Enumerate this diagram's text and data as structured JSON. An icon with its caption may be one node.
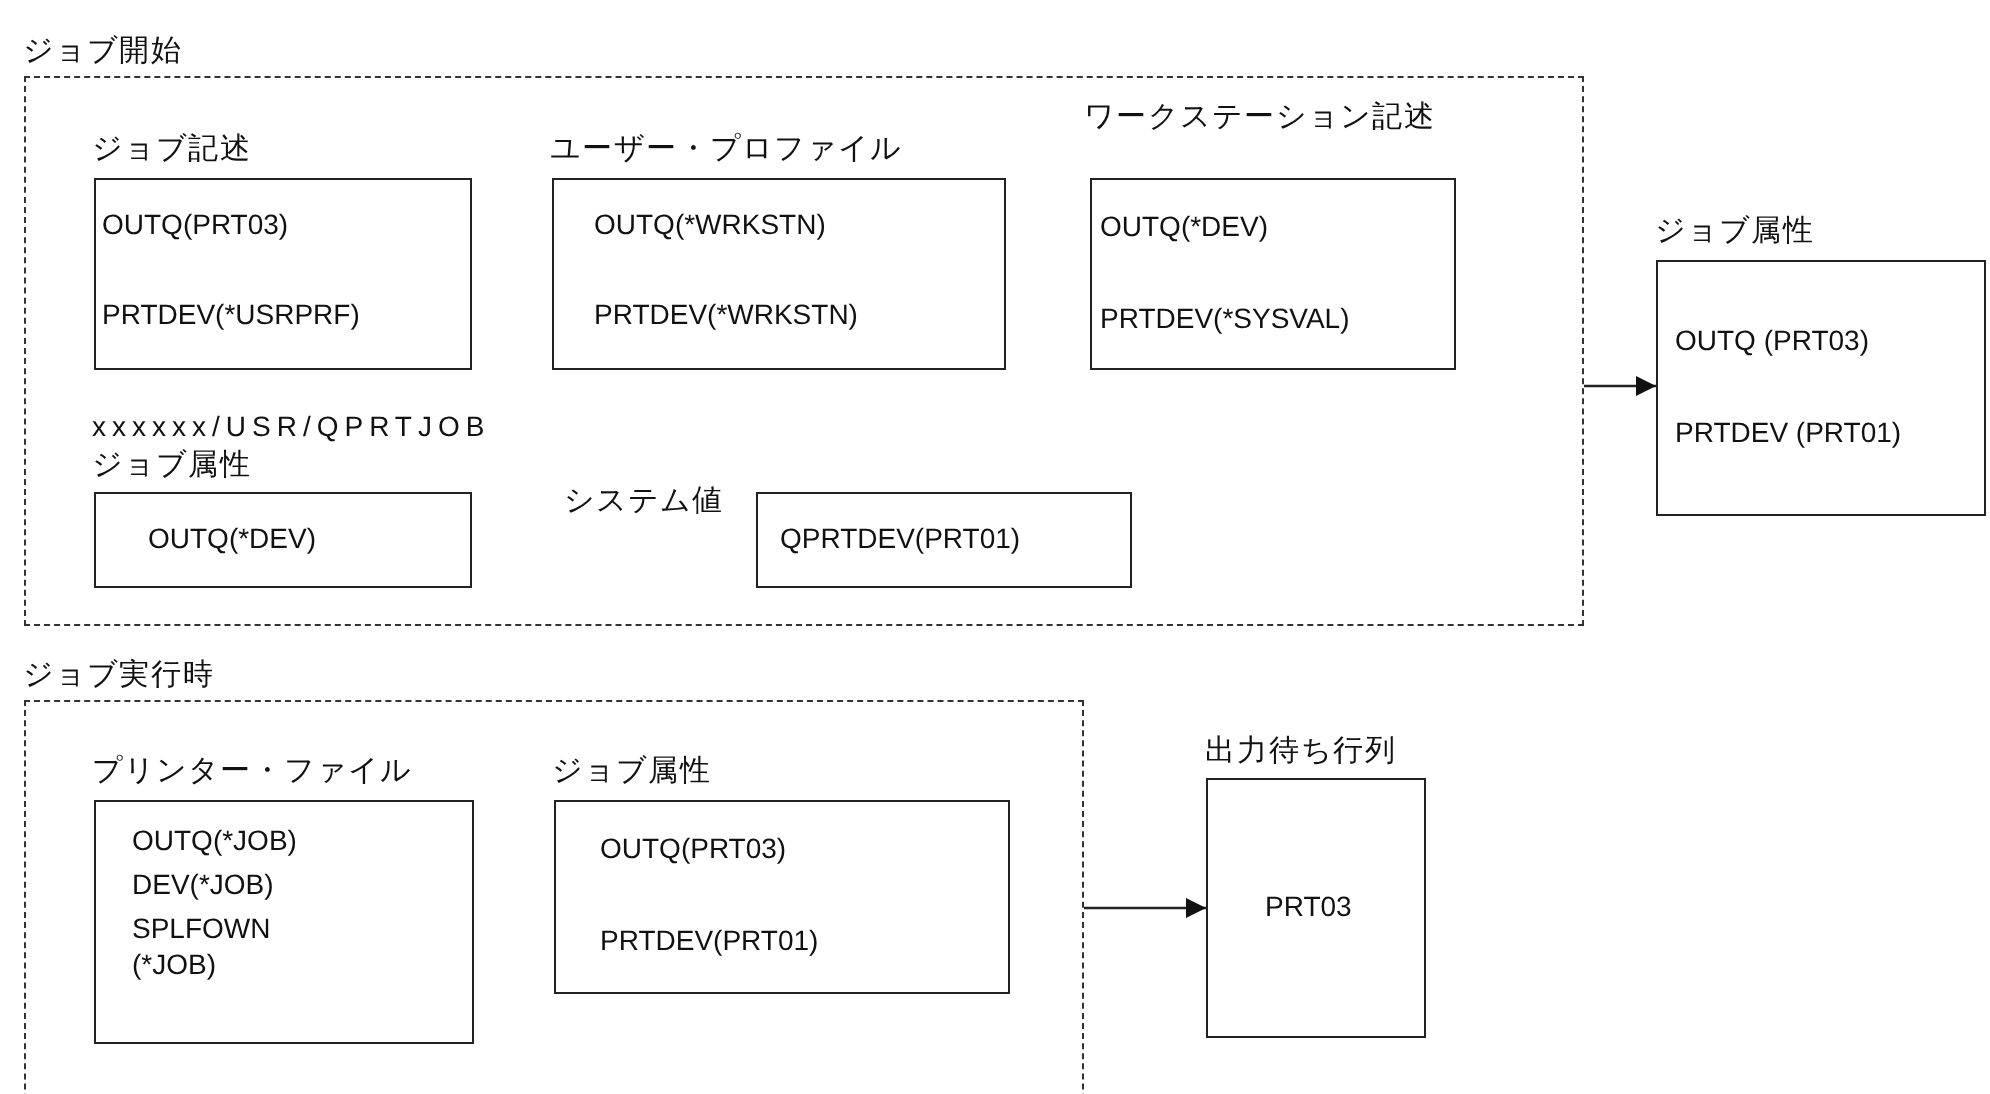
{
  "diagram": {
    "nodes": [
      {
        "text": [
          "ジョブ開始"
        ]
      },
      {
        "text": [
          "ジョブ記述",
          "OUTQ(PRT03)",
          "PRTDEV(*USRPRF)"
        ],
        "in": 0
      },
      {
        "text": [
          "ユーザー・プロファイル",
          "OUTQ(*WRKSTN)",
          "PRTDEV(*WRKSTN)"
        ],
        "in": 0
      },
      {
        "text": [
          "ワークステーション記述",
          "OUTQ(*DEV)",
          "PRTDEV(*SYSVAL)"
        ],
        "in": 0
      },
      {
        "text": [
          "xxxxxx/USR/QPRTJOB",
          "ジョブ属性",
          "OUTQ(*DEV)"
        ],
        "in": 0
      },
      {
        "text": [
          "システム値",
          "QPRTDEV(PRT01)"
        ],
        "in": 0
      },
      {
        "text": [
          "ジョブ属性",
          "OUTQ (PRT03)",
          "PRTDEV (PRT01)"
        ]
      },
      {
        "text": [
          "ジョブ実行時"
        ]
      },
      {
        "text": [
          "プリンター・ファイル",
          "OUTQ(*JOB)",
          "DEV(*JOB)",
          "SPLFOWN (*JOB)"
        ],
        "in": 7
      },
      {
        "text": [
          "ジョブ属性",
          "OUTQ(PRT03)",
          "PRTDEV(PRT01)"
        ],
        "in": 7
      },
      {
        "text": [
          "出力待ち行列",
          "PRT03"
        ]
      }
    ],
    "edges": [
      {
        "from": 0,
        "to": 6,
        "arrow": "to"
      },
      {
        "from": 7,
        "to": 10,
        "arrow": "to"
      }
    ]
  }
}
